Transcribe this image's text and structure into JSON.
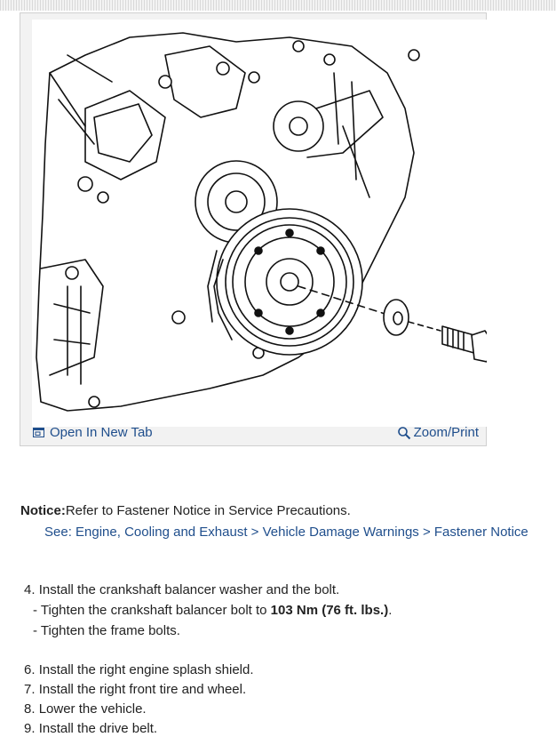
{
  "figure": {
    "open_tab_label": "Open In New Tab",
    "zoom_print_label": "Zoom/Print",
    "open_tab_icon": "new-tab-icon",
    "zoom_icon": "magnifier-icon"
  },
  "notice": {
    "label": "Notice:",
    "text": "Refer to Fastener Notice in Service Precautions.",
    "link": "See: Engine, Cooling and Exhaust > Vehicle Damage Warnings > Fastener Notice"
  },
  "steps_a": [
    {
      "num": "4.",
      "text": "Install the crankshaft balancer washer and the bolt."
    }
  ],
  "substeps": [
    {
      "dash": "-",
      "text": "Tighten the crankshaft balancer bolt to ",
      "bold": "103 Nm (76 ft. lbs.)",
      "after": "."
    },
    {
      "dash": "-",
      "text": "Tighten the frame bolts.",
      "bold": "",
      "after": ""
    }
  ],
  "steps_b": [
    {
      "num": "6.",
      "text": "Install the right engine splash shield."
    },
    {
      "num": "7.",
      "text": "Install the right front tire and wheel."
    },
    {
      "num": "8.",
      "text": "Lower the vehicle."
    },
    {
      "num": "9.",
      "text": "Install the drive belt."
    }
  ],
  "colors": {
    "link": "#1f4e8c",
    "text": "#222222",
    "frame": "#f2f2f2"
  }
}
